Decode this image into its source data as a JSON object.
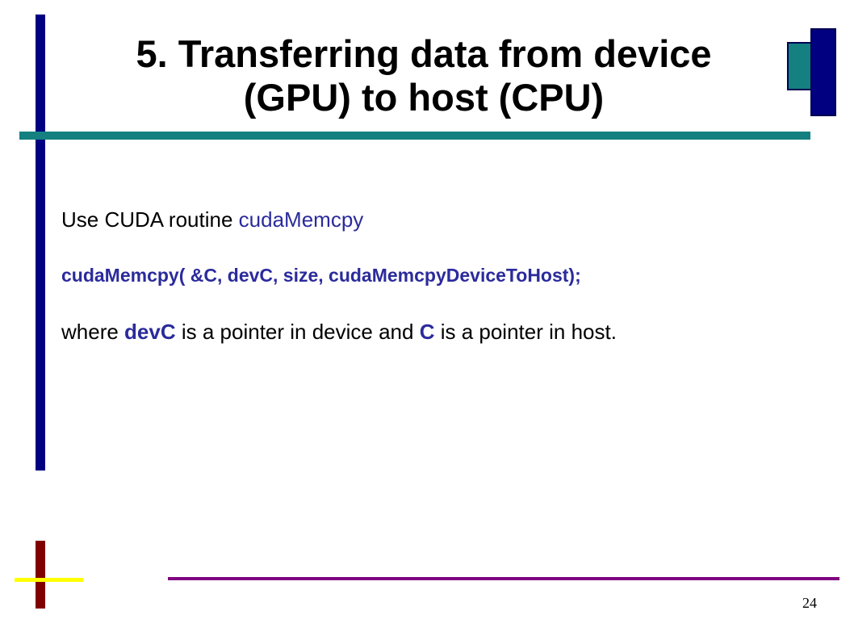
{
  "slide": {
    "title_line_1": "5. Transferring data from device",
    "title_line_2": "(GPU) to host (CPU)",
    "intro_prefix": "Use CUDA routine ",
    "intro_routine": "cudaMemcpy",
    "code_line": "cudaMemcpy( &C, devC, size, cudaMemcpyDeviceToHost);",
    "desc_part_1": "where ",
    "desc_var_device": "devC",
    "desc_part_2": " is a pointer in device and ",
    "desc_var_host": "C",
    "desc_part_3": " is a pointer in host.",
    "page_number": "24"
  },
  "colors": {
    "navy": "#000080",
    "teal": "#148080",
    "dark_red": "#800000",
    "yellow": "#ffff00",
    "purple": "#800080",
    "code_blue": "#2b2b9c"
  }
}
